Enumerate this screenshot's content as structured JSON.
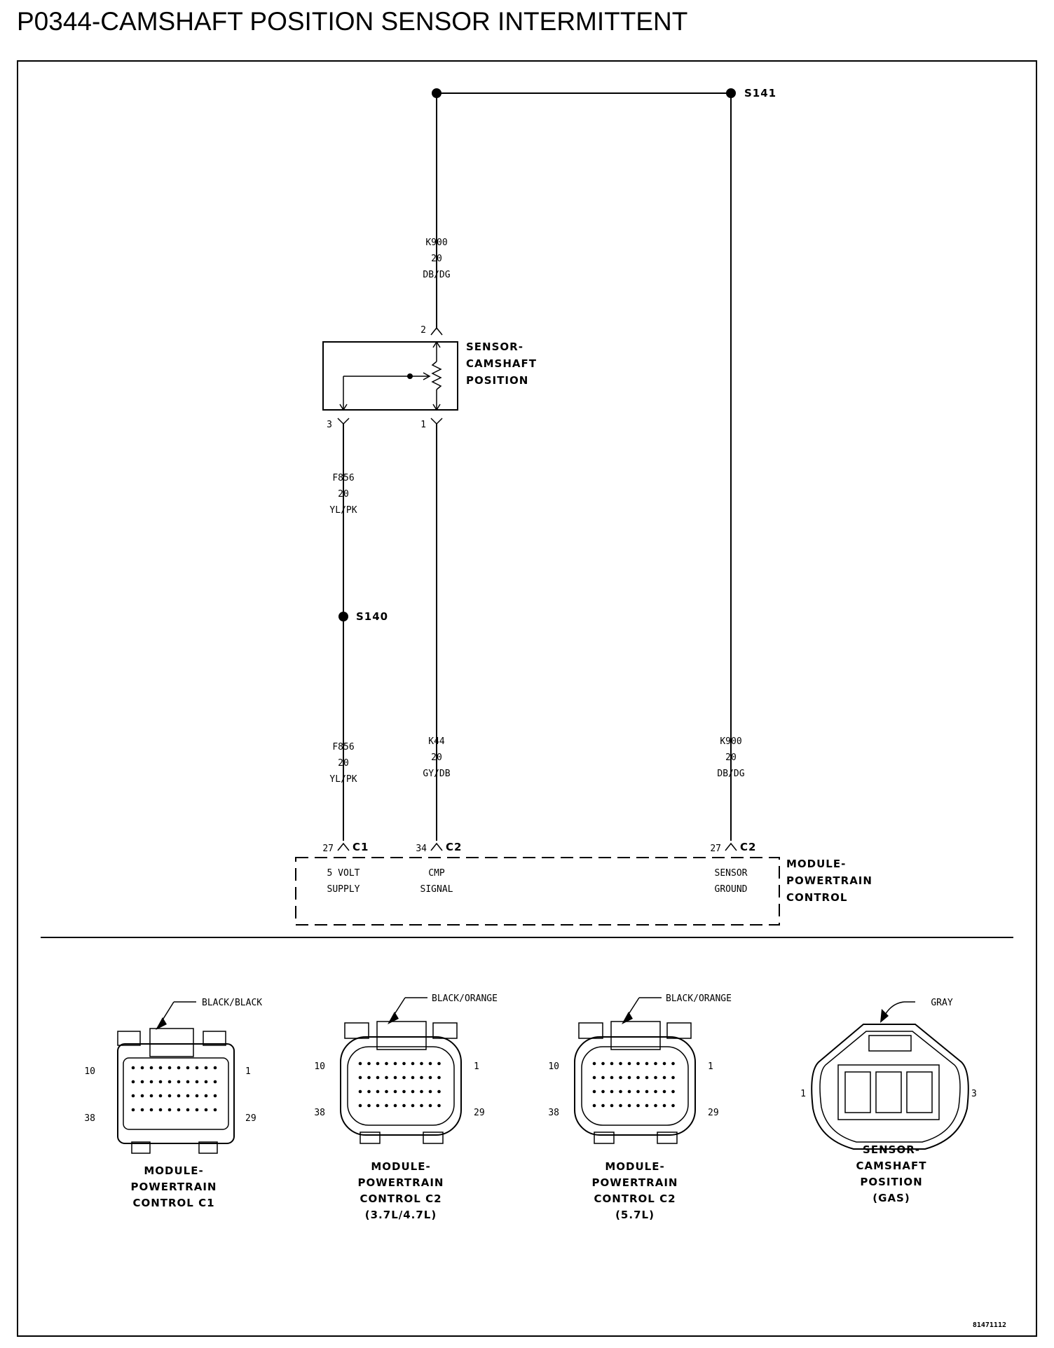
{
  "title": "P0344-CAMSHAFT POSITION SENSOR INTERMITTENT",
  "splices": {
    "s141": "S141",
    "s140": "S140"
  },
  "wires": {
    "top_k900": {
      "circuit": "K900",
      "gauge": "20",
      "color": "DB/DG"
    },
    "upper_f856": {
      "circuit": "F856",
      "gauge": "20",
      "color": "YL/PK"
    },
    "lower_f856": {
      "circuit": "F856",
      "gauge": "20",
      "color": "YL/PK"
    },
    "k44": {
      "circuit": "K44",
      "gauge": "20",
      "color": "GY/DB"
    },
    "ground_k900": {
      "circuit": "K900",
      "gauge": "20",
      "color": "DB/DG"
    }
  },
  "sensor": {
    "name_lines": [
      "SENSOR-",
      "CAMSHAFT",
      "POSITION"
    ],
    "pin_top": "2",
    "pin_left": "3",
    "pin_right": "1"
  },
  "pcm": {
    "name_lines": [
      "MODULE-",
      "POWERTRAIN",
      "CONTROL"
    ],
    "pins": [
      {
        "num": "27",
        "connector": "C1",
        "label1": "5 VOLT",
        "label2": "SUPPLY"
      },
      {
        "num": "34",
        "connector": "C2",
        "label1": "CMP",
        "label2": "SIGNAL"
      },
      {
        "num": "27",
        "connector": "C2",
        "label1": "SENSOR",
        "label2": "GROUND"
      }
    ]
  },
  "connectors": [
    {
      "color": "BLACK/BLACK",
      "pin_tl": "10",
      "pin_tr": "1",
      "pin_bl": "38",
      "pin_br": "29",
      "name_lines": [
        "MODULE-",
        "POWERTRAIN",
        "CONTROL C1"
      ]
    },
    {
      "color": "BLACK/ORANGE",
      "pin_tl": "10",
      "pin_tr": "1",
      "pin_bl": "38",
      "pin_br": "29",
      "name_lines": [
        "MODULE-",
        "POWERTRAIN",
        "CONTROL C2",
        "(3.7L/4.7L)"
      ]
    },
    {
      "color": "BLACK/ORANGE",
      "pin_tl": "10",
      "pin_tr": "1",
      "pin_bl": "38",
      "pin_br": "29",
      "name_lines": [
        "MODULE-",
        "POWERTRAIN",
        "CONTROL C2",
        "(5.7L)"
      ]
    },
    {
      "color": "GRAY",
      "pin_l": "1",
      "pin_r": "3",
      "name_lines": [
        "SENSOR-",
        "CAMSHAFT",
        "POSITION",
        "(GAS)"
      ]
    }
  ],
  "figure_id": "81471112"
}
